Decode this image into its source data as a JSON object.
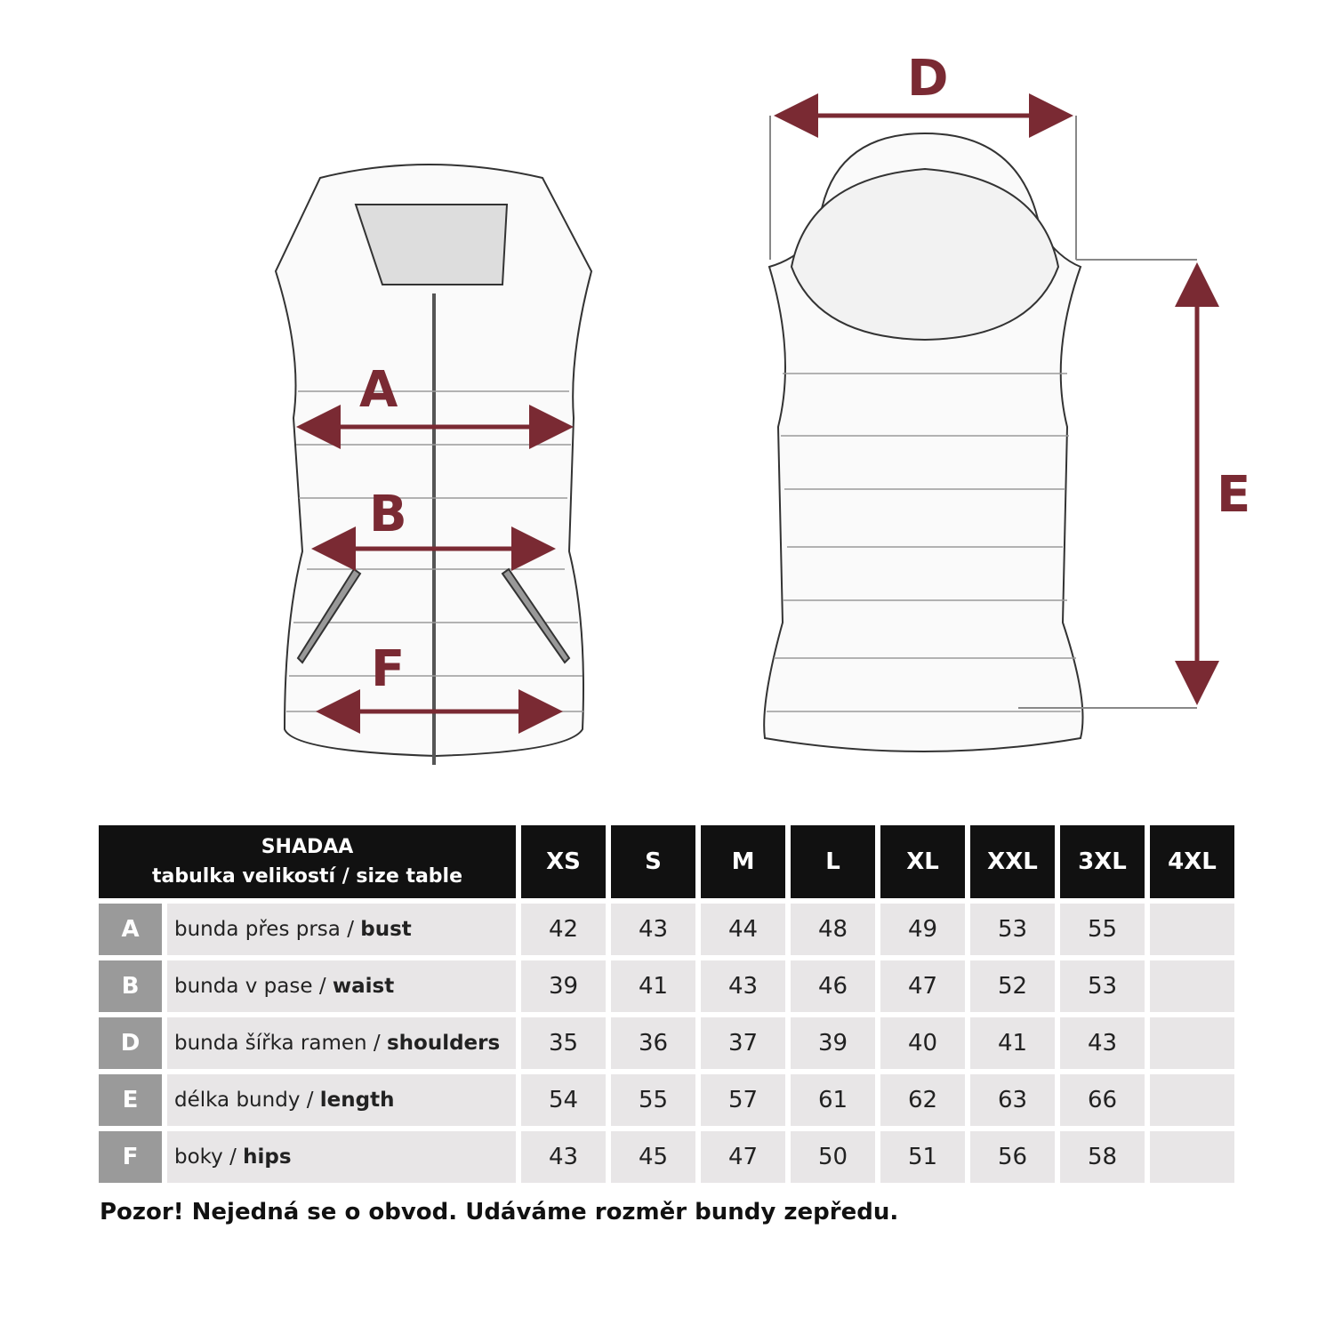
{
  "diagram": {
    "labels": [
      "A",
      "B",
      "F",
      "D",
      "E"
    ],
    "arrow_color": "#7a2a33"
  },
  "table": {
    "brand": "SHADAA",
    "subtitle": "tabulka velikostí / size table",
    "sizes": [
      "XS",
      "S",
      "M",
      "L",
      "XL",
      "XXL",
      "3XL",
      "4XL"
    ],
    "rows": [
      {
        "letter": "A",
        "desc": "bunda přes prsa / ",
        "desc_bold": "bust",
        "values": [
          "42",
          "43",
          "44",
          "48",
          "49",
          "53",
          "55",
          ""
        ]
      },
      {
        "letter": "B",
        "desc": "bunda v pase / ",
        "desc_bold": "waist",
        "values": [
          "39",
          "41",
          "43",
          "46",
          "47",
          "52",
          "53",
          ""
        ]
      },
      {
        "letter": "D",
        "desc": "bunda šířka ramen / ",
        "desc_bold": "shoulders",
        "values": [
          "35",
          "36",
          "37",
          "39",
          "40",
          "41",
          "43",
          ""
        ]
      },
      {
        "letter": "E",
        "desc": "délka bundy / ",
        "desc_bold": "length",
        "values": [
          "54",
          "55",
          "57",
          "61",
          "62",
          "63",
          "66",
          ""
        ]
      },
      {
        "letter": "F",
        "desc": "boky / ",
        "desc_bold": "hips",
        "values": [
          "43",
          "45",
          "47",
          "50",
          "51",
          "56",
          "58",
          ""
        ]
      }
    ]
  },
  "note": "Pozor! Nejedná se o obvod. Udáváme rozměr bundy zepředu."
}
